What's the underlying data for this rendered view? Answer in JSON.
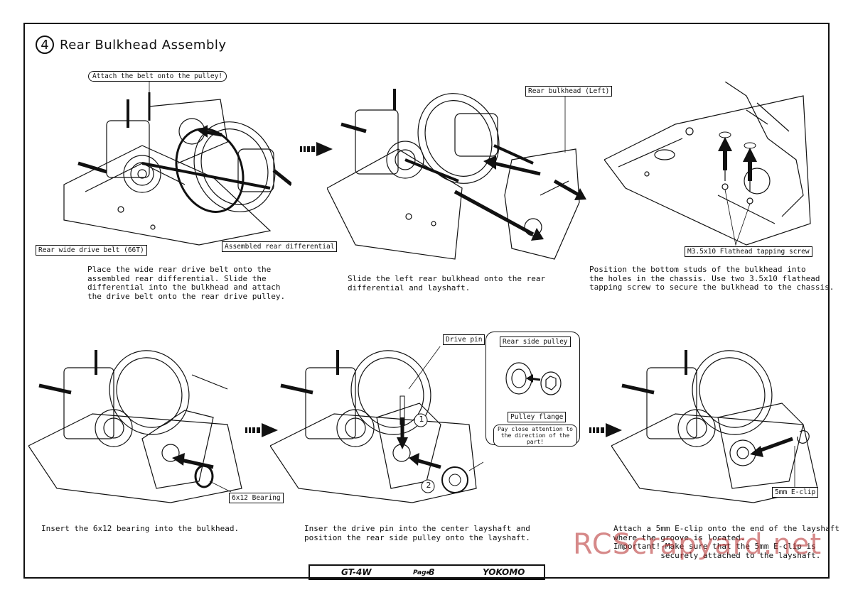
{
  "header": {
    "step_number": "4",
    "title": "Rear Bulkhead Assembly"
  },
  "callouts": {
    "attach_belt": "Attach the belt onto the pulley!",
    "rear_belt": "Rear wide drive belt (66T)",
    "assembled_diff": "Assembled rear differential",
    "bulkhead_left": "Rear bulkhead (Left)",
    "screw": "M3.5x10 Flathead tapping screw",
    "bearing": "6x12 Bearing",
    "drive_pin": "Drive pin",
    "rear_pulley": "Rear side pulley",
    "pulley_flange": "Pulley flange",
    "attention": "Pay close attention to the direction of the part!",
    "eclip": "5mm E-clip",
    "num1": "1",
    "num2": "2"
  },
  "steps": [
    {
      "text": "Place the wide rear drive belt onto the\nassembled rear differential. Slide the\ndifferential into the bulkhead and attach\nthe drive belt onto the rear drive pulley."
    },
    {
      "text": "Slide the left rear bulkhead onto the rear\ndifferential and layshaft."
    },
    {
      "text": "Position the bottom studs of the bulkhead into\nthe holes in the chassis. Use two 3.5x10 flathead\ntapping screw to secure the bulkhead to the chassis."
    },
    {
      "text": "Insert the 6x12 bearing into the bulkhead."
    },
    {
      "text": "Inser the drive pin into the center layshaft and\nposition the rear side pulley onto the layshaft."
    },
    {
      "text": "Attach a 5mm E-clip onto the end of the layshaft\nwhere the groove is located.\nImportant!-Make sure that the 5mm E-clip is\n          securely attached to the layshaft."
    }
  ],
  "footer": {
    "model": "GT-4W",
    "page_label": "Page",
    "page_number": "8",
    "brand": "YOKOMO"
  },
  "watermark": "RCScrapyard.net"
}
